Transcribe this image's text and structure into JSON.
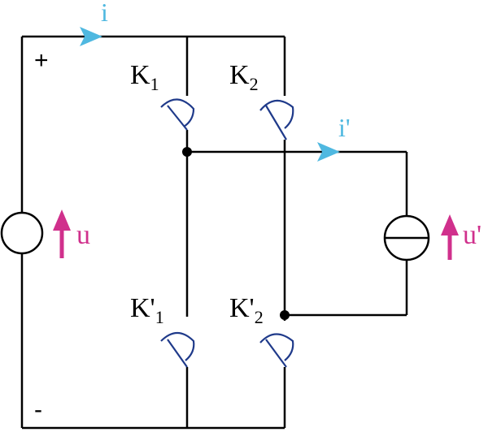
{
  "labels": {
    "current_i": "i",
    "current_i_prime": "i'",
    "plus": "+",
    "minus": "-",
    "k1": "K",
    "k1_sub": "1",
    "k2": "K",
    "k2_sub": "2",
    "kp1": "K'",
    "kp1_sub": "1",
    "kp2": "K'",
    "kp2_sub": "2",
    "voltage_u": "u",
    "voltage_u_prime": "u'"
  },
  "colors": {
    "current": "#4fb8e0",
    "voltage": "#d0308c",
    "switch": "#1f3a8a",
    "wire": "#000000"
  }
}
